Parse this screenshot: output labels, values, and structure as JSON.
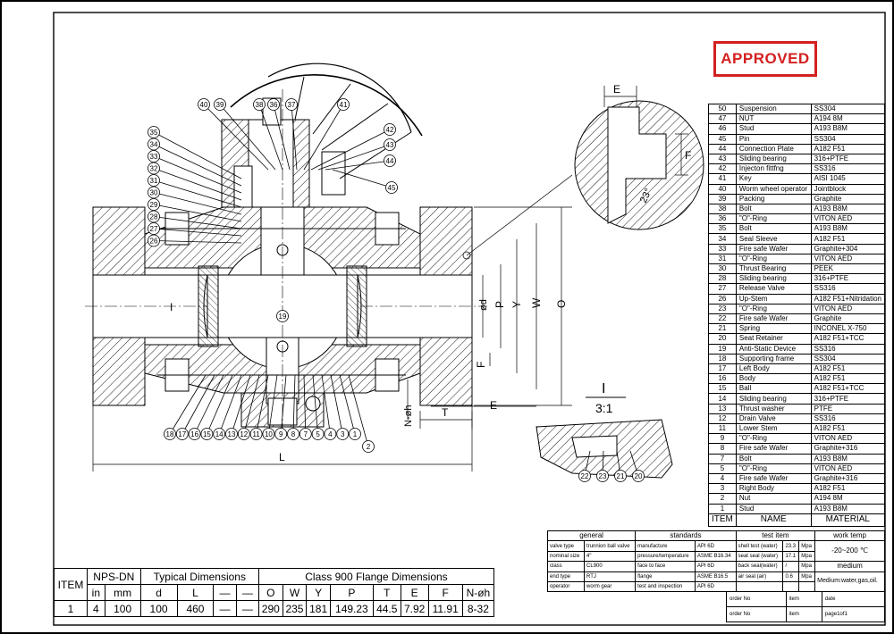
{
  "stamp": {
    "text": "APPROVED",
    "color": "#d42020"
  },
  "dimension_labels": {
    "E": "E",
    "F": "F",
    "angle": "23°",
    "d": "ød",
    "P": "P",
    "Y": "Y",
    "W": "W",
    "O": "O",
    "L": "L",
    "T": "T",
    "N": "N-øh",
    "detail": "I",
    "scale": "3:1"
  },
  "balloons_bottom": [
    "18",
    "17",
    "16",
    "15",
    "14",
    "13",
    "12",
    "11",
    "10",
    "9",
    "8",
    "7",
    "5",
    "4",
    "3",
    "1",
    "2"
  ],
  "balloons_left": [
    "35",
    "34",
    "33",
    "32",
    "31",
    "30",
    "29",
    "28",
    "27",
    "26"
  ],
  "balloons_top": [
    "40",
    "39",
    "38",
    "36",
    "37",
    "41",
    "42",
    "43",
    "44",
    "45"
  ],
  "balloons_detail": [
    "22",
    "23",
    "21",
    "20"
  ],
  "balloon_center": "19",
  "parts_header": {
    "item": "ITEM",
    "name": "NAME",
    "material": "MATERIAL"
  },
  "parts": [
    {
      "n": "50",
      "name": "Suspension",
      "mat": "SS304"
    },
    {
      "n": "47",
      "name": "NUT",
      "mat": "A194 8M"
    },
    {
      "n": "46",
      "name": "Stud",
      "mat": "A193 B8M"
    },
    {
      "n": "45",
      "name": "Pin",
      "mat": "SS304"
    },
    {
      "n": "44",
      "name": "Connection Plate",
      "mat": "A182 F51"
    },
    {
      "n": "43",
      "name": "Sliding bearing",
      "mat": "316+PTFE"
    },
    {
      "n": "42",
      "name": "Injecton fittfng",
      "mat": "SS316"
    },
    {
      "n": "41",
      "name": "Key",
      "mat": "AISI 1045"
    },
    {
      "n": "40",
      "name": "Worm wheel operator",
      "mat": "Jointblock"
    },
    {
      "n": "39",
      "name": "Packing",
      "mat": "Graphite"
    },
    {
      "n": "38",
      "name": "Bolt",
      "mat": "A193 B8M"
    },
    {
      "n": "36",
      "name": "\"O\"-Ring",
      "mat": "VITON AED"
    },
    {
      "n": "35",
      "name": "Bolt",
      "mat": "A193 B8M"
    },
    {
      "n": "34",
      "name": "Seal Sleeve",
      "mat": "A182 F51"
    },
    {
      "n": "33",
      "name": "Fire safe Wafer",
      "mat": "Graphite+304"
    },
    {
      "n": "31",
      "name": "\"O\"-Ring",
      "mat": "VITON AED"
    },
    {
      "n": "30",
      "name": "Thrust Bearing",
      "mat": "PEEK"
    },
    {
      "n": "28",
      "name": "Sliding bearing",
      "mat": "316+PTFE"
    },
    {
      "n": "27",
      "name": "Release Valve",
      "mat": "SS316"
    },
    {
      "n": "26",
      "name": "Up-Stem",
      "mat": "A182 F51+Nitridation"
    },
    {
      "n": "23",
      "name": "\"O\"-Ring",
      "mat": "VITON AED"
    },
    {
      "n": "22",
      "name": "Fire safe Wafer",
      "mat": "Graphite"
    },
    {
      "n": "21",
      "name": "Spring",
      "mat": "INCONEL X-750"
    },
    {
      "n": "20",
      "name": "Seat  Retainer",
      "mat": "A182 F51+TCC"
    },
    {
      "n": "19",
      "name": "Anti-Static Device",
      "mat": "SS316"
    },
    {
      "n": "18",
      "name": "Supporting frame",
      "mat": "SS304"
    },
    {
      "n": "17",
      "name": "Left Body",
      "mat": "A182 F51"
    },
    {
      "n": "16",
      "name": "Body",
      "mat": "A182 F51"
    },
    {
      "n": "15",
      "name": "Ball",
      "mat": "A182 F51+TCC"
    },
    {
      "n": "14",
      "name": "Sliding bearing",
      "mat": "316+PTFE"
    },
    {
      "n": "13",
      "name": "Thrust washer",
      "mat": "PTFE"
    },
    {
      "n": "12",
      "name": "Drain Valve",
      "mat": "SS316"
    },
    {
      "n": "11",
      "name": "Lower Stem",
      "mat": "A182 F51"
    },
    {
      "n": "9",
      "name": "\"O\"-Ring",
      "mat": "VITON AED"
    },
    {
      "n": "8",
      "name": "Fire safe Wafer",
      "mat": "Graphite+316"
    },
    {
      "n": "7",
      "name": "Bolt",
      "mat": "A193 B8M"
    },
    {
      "n": "5",
      "name": "\"O\"-Ring",
      "mat": "VITON AED"
    },
    {
      "n": "4",
      "name": "Fire safe Wafer",
      "mat": "Graphite+316"
    },
    {
      "n": "3",
      "name": "Right Body",
      "mat": "A182 F51"
    },
    {
      "n": "2",
      "name": "Nut",
      "mat": "A194 8M"
    },
    {
      "n": "1",
      "name": "Stud",
      "mat": "A193 B8M"
    }
  ],
  "dims": {
    "item": "ITEM",
    "nps_dn": "NPS-DN",
    "typical": "Typical Dimensions",
    "flange": "Class 900 Flange Dimensions",
    "sub": [
      "in",
      "mm",
      "d",
      "L",
      "—",
      "—",
      "O",
      "W",
      "Y",
      "P",
      "T",
      "E",
      "F",
      "N-øh"
    ],
    "row": [
      "1",
      "4",
      "100",
      "100",
      "460",
      "—",
      "—",
      "290",
      "235",
      "181",
      "149.23",
      "44.5",
      "7.92",
      "11.91",
      "8-32"
    ]
  },
  "spec": {
    "headers": {
      "general": "general",
      "standards": "standards",
      "test_item": "test item",
      "work_temp": "work temp"
    },
    "general": [
      [
        "valve type",
        "trunnion ball valve"
      ],
      [
        "nominal size",
        "4\""
      ],
      [
        "class",
        "CL900"
      ],
      [
        "end type",
        "RTJ"
      ],
      [
        "operator",
        "worm gear"
      ]
    ],
    "standards": [
      [
        "manufacture",
        "API 6D"
      ],
      [
        "pressure/temperature",
        "ASME B16.34"
      ],
      [
        "face to face",
        "API 6D"
      ],
      [
        "flange",
        "ASME B16.5"
      ],
      [
        "test and inspection",
        "API 6D"
      ]
    ],
    "tests": [
      [
        "shell test (water)",
        "23.3",
        "Mpa"
      ],
      [
        "seat seal (water)",
        "17.1",
        "Mpa"
      ],
      [
        "back seal(water)",
        "/",
        "Mpa"
      ],
      [
        "air seal (air)",
        "0.6",
        "Mpa"
      ]
    ],
    "work_temp_value": "-20~200  ℃",
    "medium_label": "medium",
    "medium_value": "Medium:water,gas,oil."
  },
  "order": [
    [
      "order No",
      "item",
      "date"
    ],
    [
      "order No",
      "item",
      "page1of1"
    ]
  ]
}
